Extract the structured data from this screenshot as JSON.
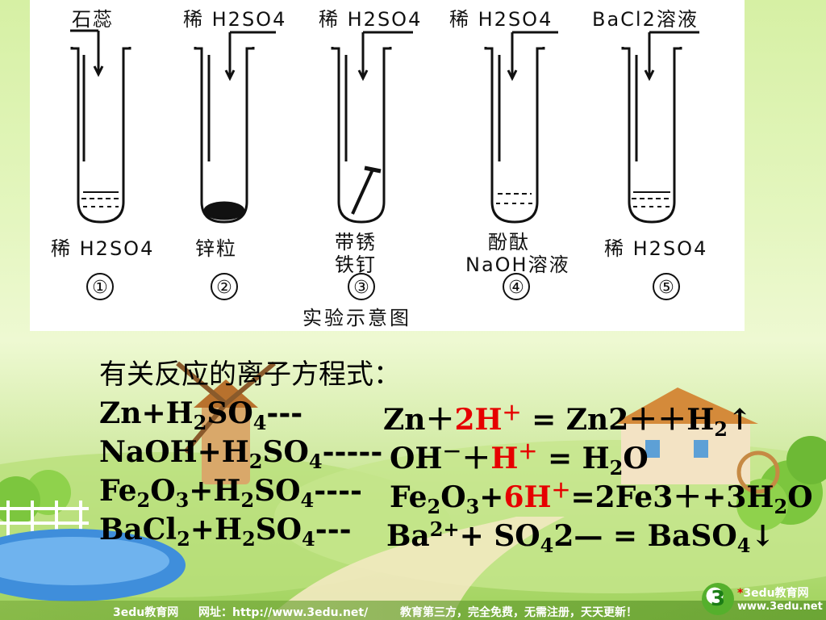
{
  "diagram": {
    "top_labels": [
      "石蕊",
      "稀 H2SO4",
      "稀 H2SO4",
      "稀 H2SO4",
      "BaCl2溶液"
    ],
    "bottom_labels": [
      "稀 H2SO4",
      "锌粒",
      "带锈",
      "铁钉",
      "酚酞",
      "NaOH溶液",
      "稀 H2SO4"
    ],
    "numbers": [
      "①",
      "②",
      "③",
      "④",
      "⑤"
    ],
    "caption": "实验示意图"
  },
  "equations": {
    "heading": "有关反应的离子方程式：",
    "rows": [
      "Zn+H2SO4---  Zn＋2H＋ = Zn2＋＋H2↑",
      "NaOH+H2SO4----- OH－＋H＋ = H2O",
      "Fe2O3+H2SO4----  Fe2O3+6H＋=2Fe3＋+3H2O",
      "BaCl2+H2SO4---  Ba2++ SO42— = BaSO4↓"
    ]
  },
  "footer": {
    "site": "3edu教育网",
    "url": "网址：http://www.3edu.net/",
    "slogan": "教育第三方，完全免费，无需注册，天天更新！"
  },
  "logo": {
    "badge": "3",
    "name": "3edu教育网",
    "url": "www.3edu.net"
  }
}
